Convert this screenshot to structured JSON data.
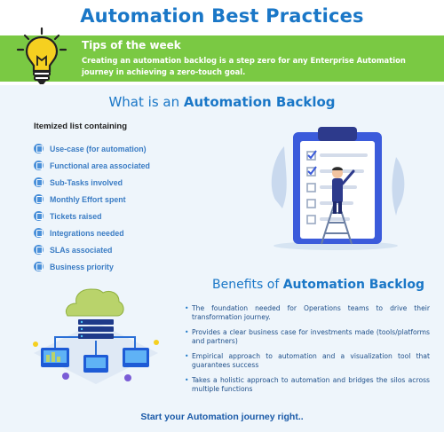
{
  "header": {
    "title": "Automation Best Practices"
  },
  "tips": {
    "heading": "Tips of the week",
    "text": "Creating an automation backlog is a step zero for any Enterprise Automation journey in achieving a zero-touch goal."
  },
  "backlog": {
    "heading_prefix": "What is an ",
    "heading_strong": "Automation Backlog",
    "itemized_label": "Itemized list containing",
    "items": [
      "Use-case (for automation)",
      "Functional area associated",
      "Sub-Tasks involved",
      "Monthly Effort spent",
      "Tickets raised",
      "Integrations needed",
      "SLAs associated",
      "Business priority"
    ]
  },
  "benefits": {
    "heading_prefix": "Benefits of ",
    "heading_strong": "Automation Backlog",
    "items": [
      "The foundation needed for Operations teams to drive their transformation journey.",
      "Provides a clear business case for investments made (tools/platforms and partners)",
      "Empirical approach to automation and a visualization tool that guarantees success",
      "Takes a holistic approach to automation and bridges the silos across multiple functions"
    ]
  },
  "footer": {
    "cta": "Start your Automation journey right.."
  },
  "colors": {
    "brand_blue": "#1a77c7",
    "banner_green": "#7ac943",
    "panel_bg": "#eef5fb",
    "accent_yellow": "#f5d020"
  },
  "icons": {
    "tips": "lightbulb-icon",
    "item": "clipboard-bullet-icon"
  }
}
